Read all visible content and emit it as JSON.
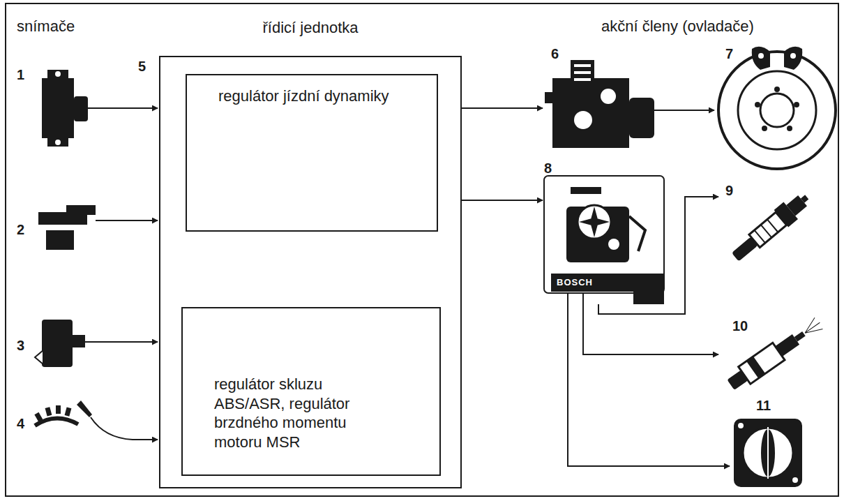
{
  "diagram": {
    "nodes": [
      {
        "text": [
          "řídicí jednotka"
        ]
      },
      {
        "text": [
          "regulátor jízdní dynamiky"
        ],
        "in": 0
      },
      {
        "text": [
          "regulátor skluzu ABS/ASR, regulátor brzdného momentu motoru MSR"
        ],
        "in": 0
      }
    ],
    "edges": [
      {
        "from": 1,
        "to": 2,
        "arrow": "to"
      },
      {
        "from": 2,
        "to": 1,
        "arrow": "to"
      }
    ],
    "labels": [
      "snímače",
      "5",
      "akční členy (ovladače)",
      "1",
      "2",
      "3",
      "4",
      "6",
      "7",
      "8",
      "9",
      "10",
      "11",
      "BOSCH"
    ]
  }
}
